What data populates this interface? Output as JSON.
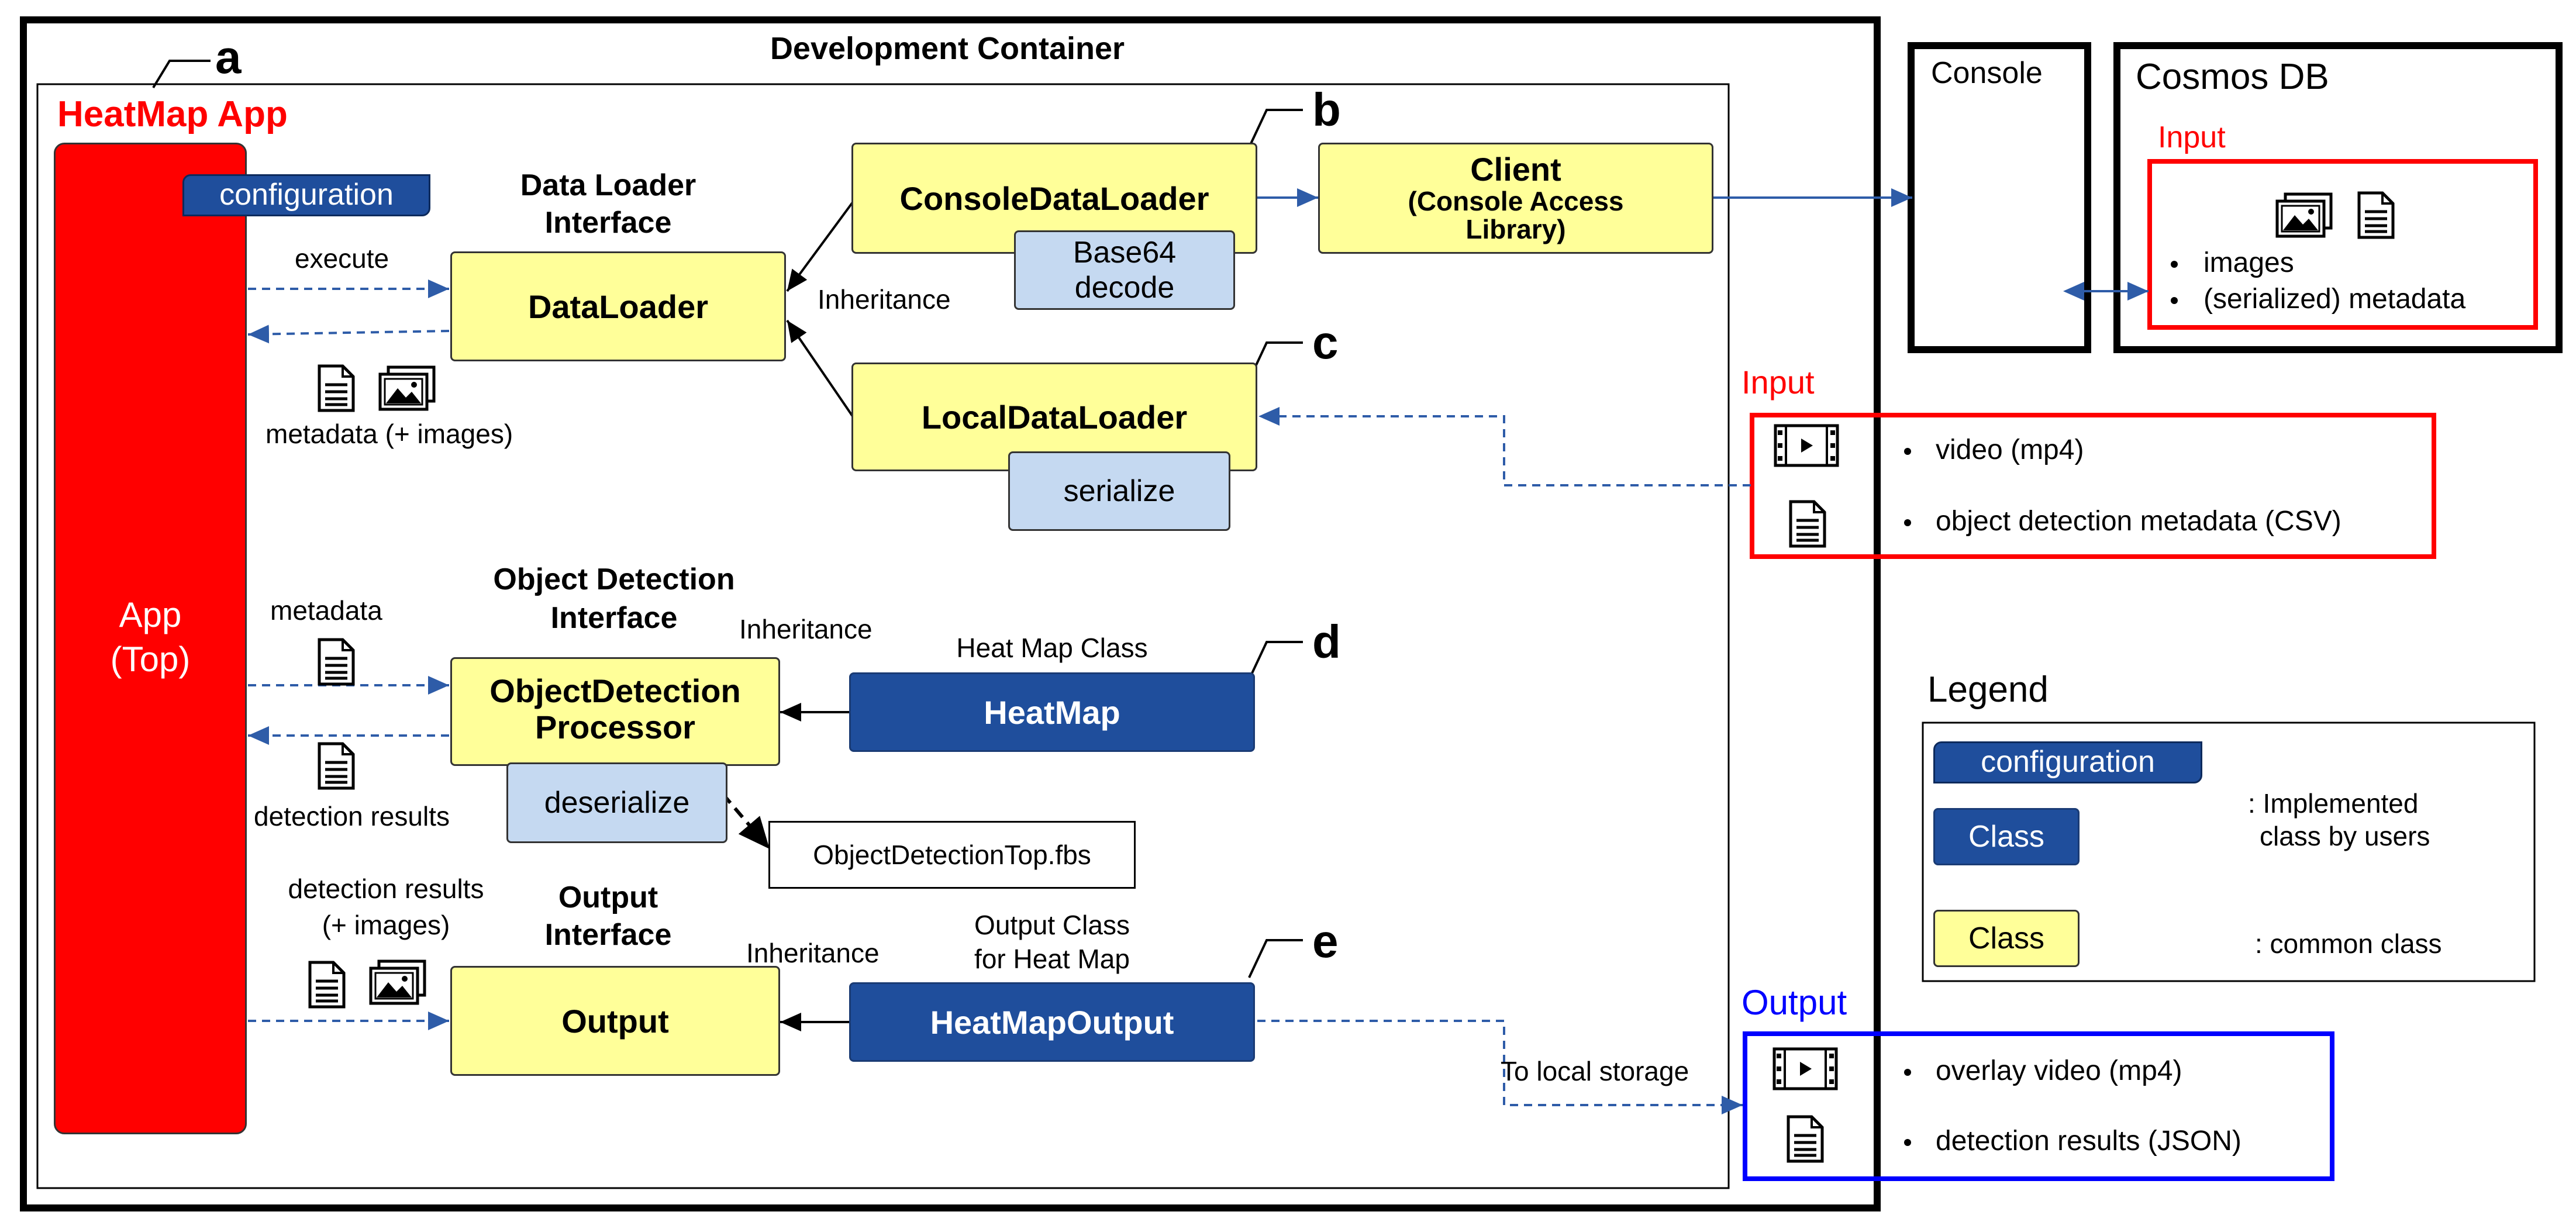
{
  "container": {
    "title": "Development Container"
  },
  "app": {
    "title": "HeatMap App",
    "tag": "a",
    "column": [
      "App",
      "(Top)"
    ],
    "config_label": "configuration"
  },
  "flows": {
    "execute": "execute",
    "metadata_images": "metadata (+ images)",
    "metadata": "metadata",
    "detection_results": "detection results",
    "detection_results_images": [
      "detection results",
      "(+ images)"
    ],
    "inheritance": "Inheritance",
    "to_local_storage": "To local storage"
  },
  "data_loader": {
    "interface_title": [
      "Data Loader",
      "Interface"
    ],
    "box": "DataLoader",
    "console_loader": "ConsoleDataLoader",
    "console_tag": "b",
    "base64": [
      "Base64",
      "decode"
    ],
    "client": [
      "Client",
      "(Console Access",
      "Library)"
    ],
    "local_loader": "LocalDataLoader",
    "local_tag": "c",
    "serialize": "serialize"
  },
  "object_detection": {
    "interface_title": [
      "Object Detection",
      "Interface"
    ],
    "box": [
      "ObjectDetection",
      "Processor"
    ],
    "deserialize": "deserialize",
    "fbs_file": "ObjectDetectionTop.fbs",
    "heatmap_class_label": "Heat Map Class",
    "heatmap": "HeatMap",
    "heatmap_tag": "d"
  },
  "output": {
    "interface_title": [
      "Output",
      "Interface"
    ],
    "box": "Output",
    "class_label": [
      "Output Class",
      "for Heat Map"
    ],
    "heatmap_output": "HeatMapOutput",
    "tag": "e"
  },
  "console": {
    "title": "Console"
  },
  "cosmos": {
    "title": "Cosmos DB",
    "input_label": "Input",
    "items": [
      "images",
      "(serialized) metadata"
    ]
  },
  "local_input": {
    "label": "Input",
    "items": [
      "video (mp4)",
      "object detection metadata (CSV)"
    ]
  },
  "local_output": {
    "label": "Output",
    "items": [
      "overlay video (mp4)",
      "detection results (JSON)"
    ]
  },
  "legend": {
    "title": "Legend",
    "config": "configuration",
    "class_user": "Class",
    "class_common": "Class",
    "implemented_desc": [
      ": Implemented",
      "class by users"
    ],
    "common_desc": ": common class"
  },
  "icons": [
    "document-icon",
    "images-icon",
    "video-icon"
  ],
  "colors": {
    "red": "#ff0000",
    "blue": "#0000ff",
    "dark_blue": "#1f4e9c",
    "yellow": "#ffff99",
    "light_blue": "#c5d9f1",
    "arrow_blue": "#2e5ca8"
  }
}
